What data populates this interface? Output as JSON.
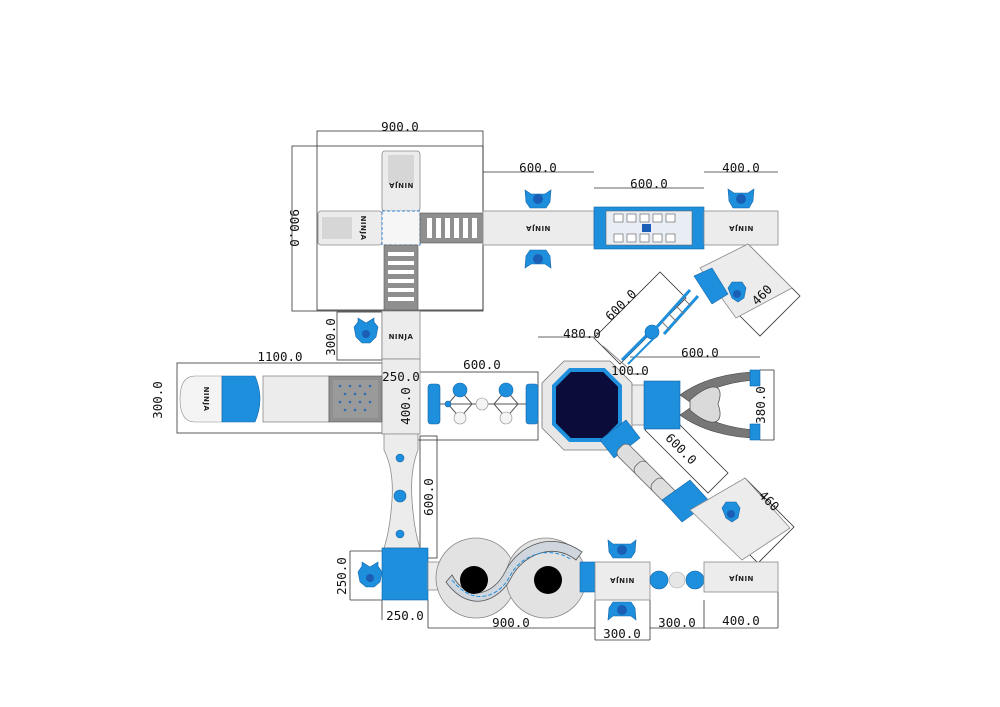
{
  "dimensions": {
    "top_width": "900.0",
    "left_height": "900.0",
    "module_600_a": "600.0",
    "module_600_b": "600.0",
    "module_400_top": "400.0",
    "diag_600_upper": "600.0",
    "diag_460_upper": "460",
    "hex_480": "480.0",
    "right_600": "600.0",
    "gap_100": "100.0",
    "claw_380": "380.0",
    "diag_600_lower": "600.0",
    "diag_460_lower": "460",
    "left_300": "300.0",
    "slide_1100": "1100.0",
    "slide_300": "300.0",
    "mid_250": "250.0",
    "mid_400": "400.0",
    "chain_600": "600.0",
    "vert_600": "600.0",
    "bottom_250_v": "250.0",
    "bottom_250_h": "250.0",
    "bottom_900": "900.0",
    "bottom_300_a": "300.0",
    "bottom_300_b": "300.0",
    "bottom_400": "400.0"
  },
  "labels": {
    "ninja": "NINJA"
  },
  "colors": {
    "accent_blue": "#1d8fdc",
    "dark_blue": "#1a5fb5",
    "navy_core": "#0c0c3a",
    "module_grey": "#ececec"
  }
}
